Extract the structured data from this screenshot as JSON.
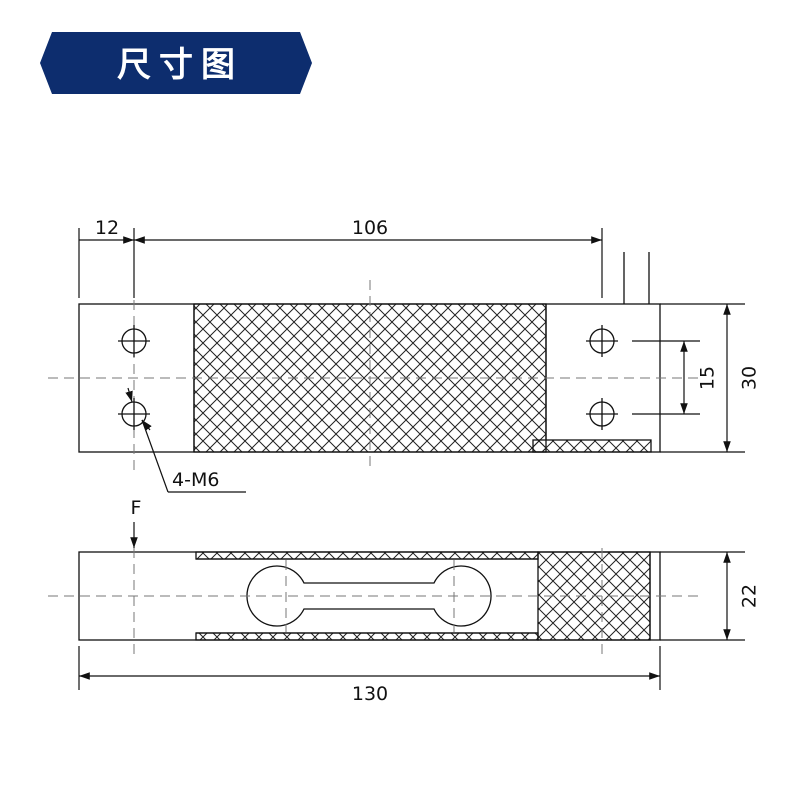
{
  "header": {
    "title": "尺寸图",
    "color": "#0d2d6e"
  },
  "top_view": {
    "dim_left_width": "12",
    "dim_hole_spacing": "106",
    "dim_hole_vertical": "15",
    "dim_height": "30",
    "hole_callout": "4-M6"
  },
  "side_view": {
    "force_label": "F",
    "dim_height": "22",
    "dim_length": "130"
  }
}
